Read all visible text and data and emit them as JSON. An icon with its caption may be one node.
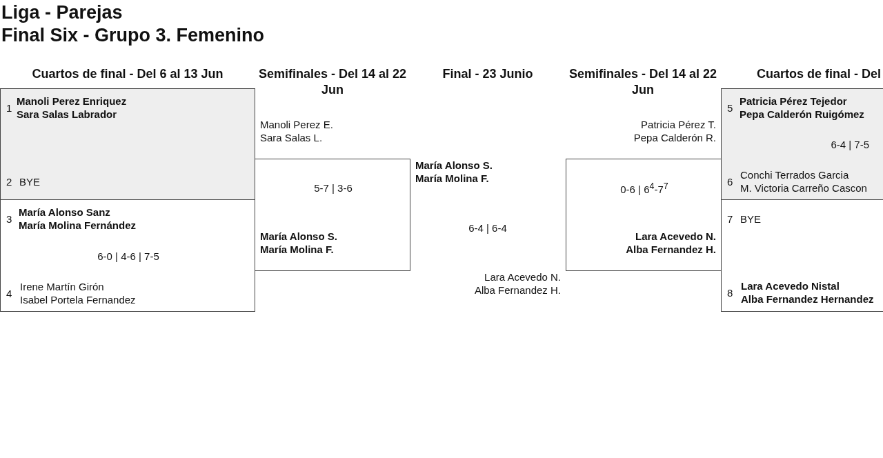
{
  "diagram": {
    "title": "Liga - Parejas Final Six - Grupo 3. Femenino",
    "nodes": [
      {
        "text": [
          "1",
          "Manoli Perez Enriquez Sara Salas Labrador",
          "2",
          "BYE"
        ]
      },
      {
        "text": [
          "3",
          "María Alonso Sanz María Molina Fernández",
          "6-0 | 4-6 | 7-5",
          "4",
          "Irene Martín Girón Isabel Portela Fernandez"
        ]
      },
      {
        "text": [
          "5-7 | 3-6",
          "María Alonso S. María Molina F."
        ]
      },
      {
        "text": [
          "0-6 | 6$^{4}$-7$^{7}$",
          "Lara Acevedo N. Alba Fernandez H."
        ]
      },
      {
        "text": [
          "5",
          "Patricia Pérez Tejedor Pepa Calderón Ruigómez",
          "6-4 | 7-5",
          "6",
          "Conchi Terrados Garcia M. Victoria Carreño Cascon"
        ]
      },
      {
        "text": [
          "7",
          "BYE",
          "8",
          "Lara Acevedo Nistal Alba Fernandez Hernandez"
        ]
      }
    ],
    "labels": [
      "Cuartos de final - Del 6 al 13 Jun",
      "Semifinales - Del 14 al 22 Jun",
      "Final - 23 Junio",
      "Semifinales - Del 14 al 22 Jun",
      "Cuartos de final - Del",
      "Manoli Perez E. Sara Salas L.",
      "Patricia Pérez T. Pepa Calderón R.",
      "María Alonso S. María Molina F.",
      "6-4 | 6-4",
      "Lara Acevedo N. Alba Fernandez H."
    ]
  }
}
